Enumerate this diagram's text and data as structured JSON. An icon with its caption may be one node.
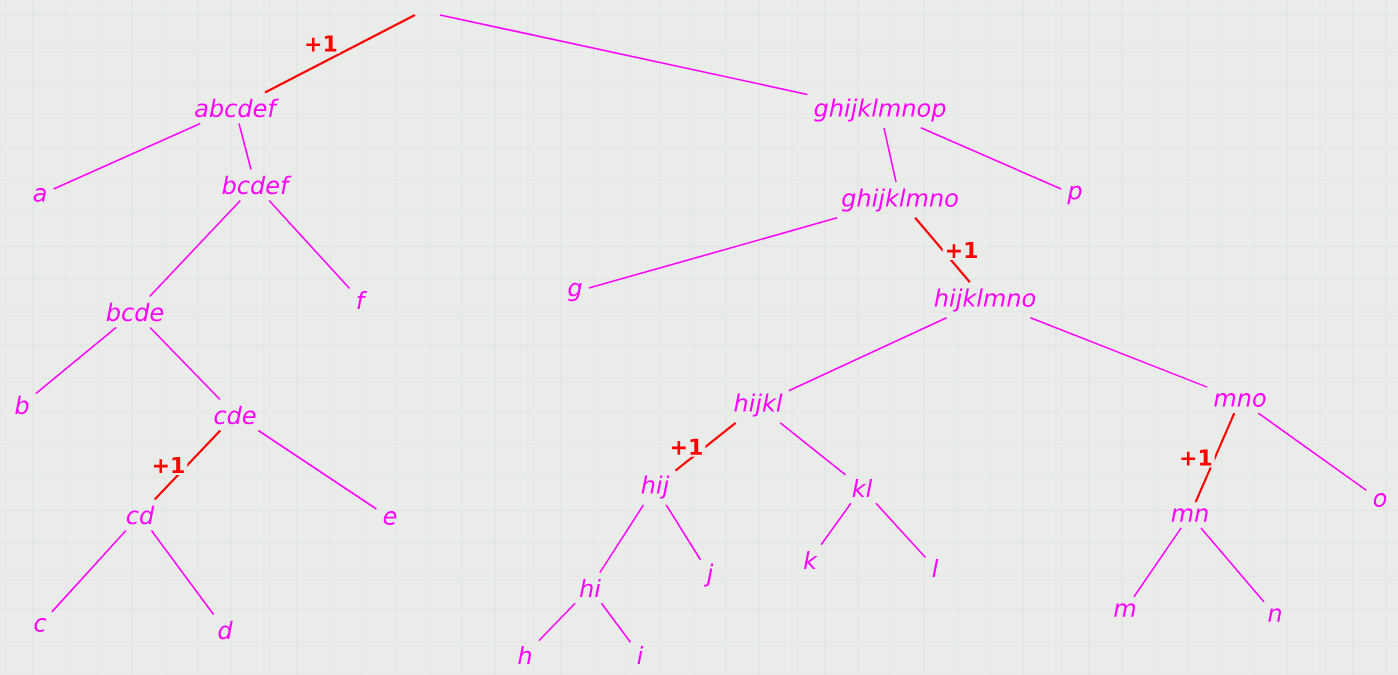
{
  "diagram": {
    "nodes": [
      {
        "text": [
          "abcdef"
        ]
      },
      {
        "text": [
          "ghijklmnop"
        ]
      },
      {
        "text": [
          "a"
        ]
      },
      {
        "text": [
          "bcdef"
        ]
      },
      {
        "text": [
          "ghijklmno"
        ]
      },
      {
        "text": [
          "p"
        ]
      },
      {
        "text": [
          "bcde"
        ]
      },
      {
        "text": [
          "f"
        ]
      },
      {
        "text": [
          "g"
        ]
      },
      {
        "text": [
          "hijklmno"
        ]
      },
      {
        "text": [
          "b"
        ]
      },
      {
        "text": [
          "cde"
        ]
      },
      {
        "text": [
          "hijkl"
        ]
      },
      {
        "text": [
          "mno"
        ]
      },
      {
        "text": [
          "cd"
        ]
      },
      {
        "text": [
          "e"
        ]
      },
      {
        "text": [
          "hij"
        ]
      },
      {
        "text": [
          "kl"
        ]
      },
      {
        "text": [
          "mn"
        ]
      },
      {
        "text": [
          "o"
        ]
      },
      {
        "text": [
          "c"
        ]
      },
      {
        "text": [
          "d"
        ]
      },
      {
        "text": [
          "hi"
        ]
      },
      {
        "text": [
          "j"
        ]
      },
      {
        "text": [
          "k"
        ]
      },
      {
        "text": [
          "l"
        ]
      },
      {
        "text": [
          "m"
        ]
      },
      {
        "text": [
          "n"
        ]
      },
      {
        "text": [
          "h"
        ]
      },
      {
        "text": [
          "i"
        ]
      }
    ],
    "edges": [
      {
        "from": null,
        "to": 0,
        "arrow": "none",
        "label": "+1",
        "color": "#ff0000"
      },
      {
        "from": null,
        "to": 1,
        "arrow": "none"
      },
      {
        "from": 0,
        "to": 2,
        "arrow": "none"
      },
      {
        "from": 0,
        "to": 3,
        "arrow": "none"
      },
      {
        "from": 1,
        "to": 4,
        "arrow": "none"
      },
      {
        "from": 1,
        "to": 5,
        "arrow": "none"
      },
      {
        "from": 3,
        "to": 6,
        "arrow": "none"
      },
      {
        "from": 3,
        "to": 7,
        "arrow": "none"
      },
      {
        "from": 4,
        "to": 8,
        "arrow": "none"
      },
      {
        "from": 4,
        "to": 9,
        "arrow": "none",
        "label": "+1",
        "color": "#ff0000"
      },
      {
        "from": 6,
        "to": 10,
        "arrow": "none"
      },
      {
        "from": 6,
        "to": 11,
        "arrow": "none"
      },
      {
        "from": 9,
        "to": 12,
        "arrow": "none"
      },
      {
        "from": 9,
        "to": 13,
        "arrow": "none"
      },
      {
        "from": 11,
        "to": 14,
        "arrow": "none",
        "label": "+1",
        "color": "#ff0000"
      },
      {
        "from": 11,
        "to": 15,
        "arrow": "none"
      },
      {
        "from": 12,
        "to": 16,
        "arrow": "none",
        "label": "+1",
        "color": "#ff0000"
      },
      {
        "from": 12,
        "to": 17,
        "arrow": "none"
      },
      {
        "from": 13,
        "to": 18,
        "arrow": "none",
        "label": "+1",
        "color": "#ff0000"
      },
      {
        "from": 13,
        "to": 19,
        "arrow": "none"
      },
      {
        "from": 14,
        "to": 20,
        "arrow": "none"
      },
      {
        "from": 14,
        "to": 21,
        "arrow": "none"
      },
      {
        "from": 16,
        "to": 22,
        "arrow": "none"
      },
      {
        "from": 16,
        "to": 23,
        "arrow": "none"
      },
      {
        "from": 17,
        "to": 24,
        "arrow": "none"
      },
      {
        "from": 17,
        "to": 25,
        "arrow": "none"
      },
      {
        "from": 18,
        "to": 26,
        "arrow": "none"
      },
      {
        "from": 18,
        "to": 27,
        "arrow": "none"
      },
      {
        "from": 22,
        "to": 28,
        "arrow": "none"
      },
      {
        "from": 22,
        "to": 29,
        "arrow": "none"
      }
    ]
  }
}
